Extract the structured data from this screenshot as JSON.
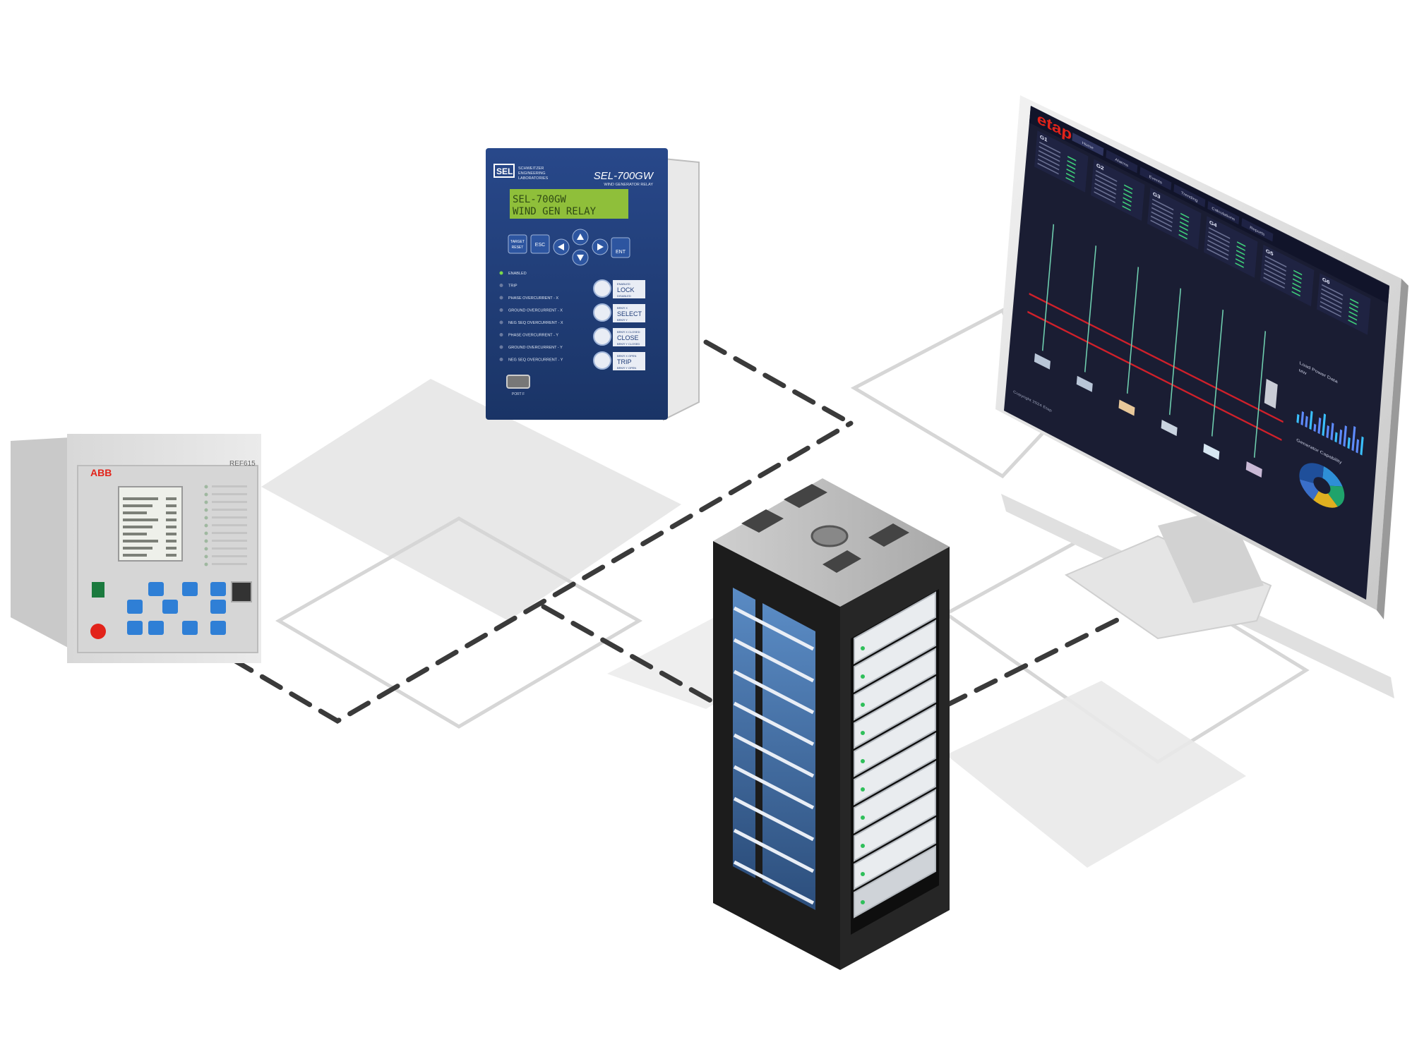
{
  "sel_relay": {
    "brand_logo": "SEL",
    "maker_lines": [
      "SCHWEITZER",
      "ENGINEERING",
      "LABORATORIES"
    ],
    "model": "SEL-700GW",
    "subtitle": "WIND GENERATOR RELAY",
    "lcd_line1": "SEL-700GW",
    "lcd_line2": "WIND GEN RELAY",
    "keys": {
      "target_reset_1": "TARGET",
      "target_reset_2": "RESET",
      "esc": "ESC",
      "ent": "ENT"
    },
    "leds": [
      "ENABLED",
      "TRIP",
      "PHASE OVERCURRENT - X",
      "GROUND OVERCURRENT - X",
      "NEG SEQ OVERCURRENT - X",
      "PHASE OVERCURRENT - Y",
      "GROUND OVERCURRENT - Y",
      "NEG SEQ OVERCURRENT - Y"
    ],
    "pushbuttons": [
      {
        "small_top": "ENABLED",
        "main": "LOCK",
        "small_bottom": "DISABLED"
      },
      {
        "small_top": "BRKR X",
        "main": "SELECT",
        "small_bottom": "BRKR Y"
      },
      {
        "small_top": "BRKR X CLOSED",
        "main": "CLOSE",
        "small_bottom": "BRKR Y CLOSED"
      },
      {
        "small_top": "BRKR X OPEN",
        "main": "TRIP",
        "small_bottom": "BRKR Y OPEN"
      }
    ],
    "port_label": "PORT F"
  },
  "abb_relay": {
    "brand": "ABB",
    "model": "REF615"
  },
  "monitor": {
    "brand": "etap",
    "tabs": [
      "Home",
      "Alarms",
      "Events",
      "Trending",
      "Calculations",
      "Reports"
    ],
    "generators": [
      "G1",
      "G2",
      "G3",
      "G4",
      "G5",
      "G6"
    ],
    "chart_title": "Load Power Data",
    "chart_unit": "MW",
    "pie_title": "Generator Capability",
    "footer": "Copyright 2024 Etap"
  },
  "colors": {
    "sel_panel": "#1f3c78",
    "lcd": "#8fbf3a",
    "abb_red": "#e2231a",
    "screen_bg": "#1a1d33",
    "bus_red": "#d0202a",
    "rack_dark": "#1c1c1c",
    "glass_blue": "#3f6ea8",
    "link_dash": "#3a3a3a"
  }
}
